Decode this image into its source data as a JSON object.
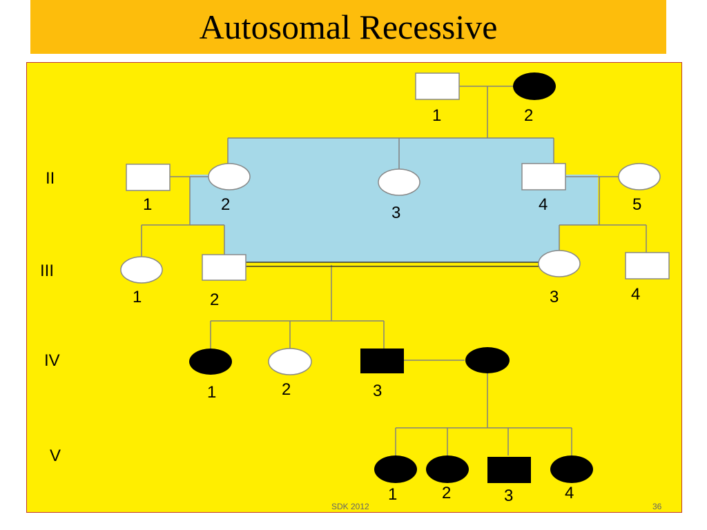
{
  "title": "Autosomal Recessive",
  "generations": {
    "II": "II",
    "III": "III",
    "IV": "IV",
    "V": "V"
  },
  "individuals": {
    "I-1": "1",
    "I-2": "2",
    "II-1": "1",
    "II-2": "2",
    "II-3": "3",
    "II-4": "4",
    "II-5": "5",
    "III-1": "1",
    "III-2": "2",
    "III-3": "3",
    "III-4": "4",
    "IV-1": "1",
    "IV-2": "2",
    "IV-3": "3",
    "V-1": "1",
    "V-2": "2",
    "V-3": "3",
    "V-4": "4"
  },
  "affected": [
    "I-2",
    "IV-1",
    "IV-3",
    "IV-spouse",
    "V-1",
    "V-2",
    "V-3",
    "V-4"
  ],
  "footer": {
    "left": "SDK 2012",
    "right": "36"
  },
  "colors": {
    "title_bg": "#fdbd0c",
    "panel_bg": "#ffee00",
    "highlight": "#a6d9e8",
    "affected": "#000000",
    "unaffected": "#ffffff"
  }
}
